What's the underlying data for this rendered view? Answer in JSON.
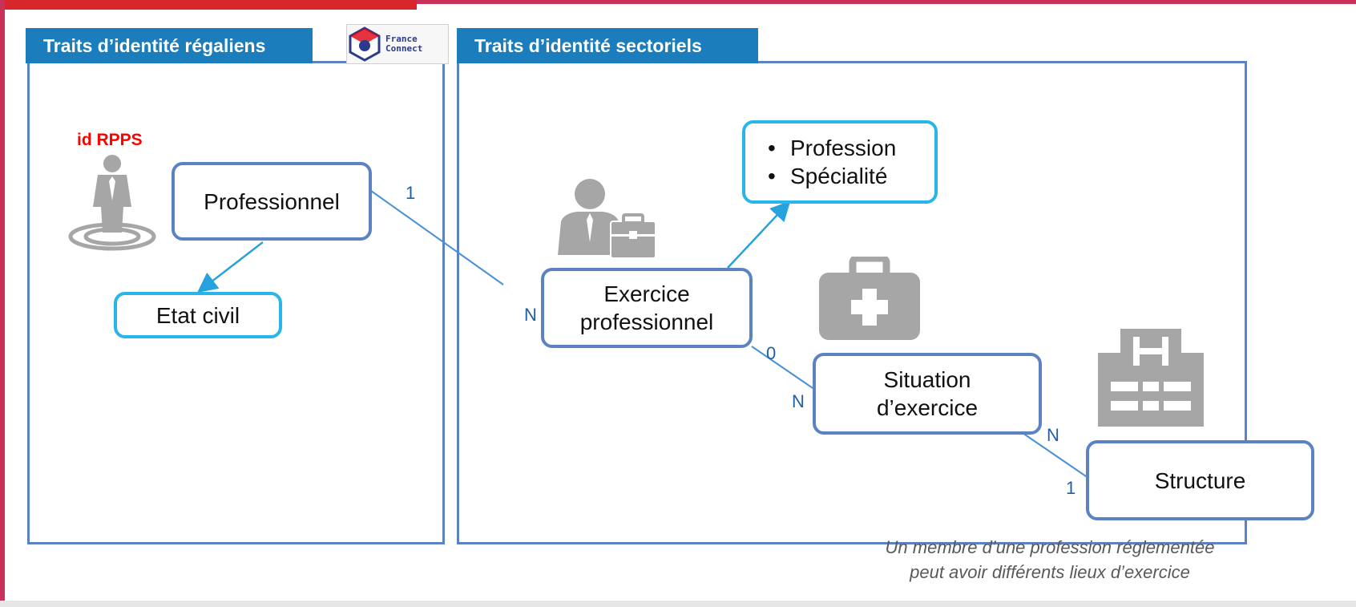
{
  "panels": {
    "left_header": "Traits d’identité régaliens",
    "right_header": "Traits d’identité sectoriels"
  },
  "logo": {
    "line1": "France",
    "line2": "Connect"
  },
  "id_label": "id RPPS",
  "nodes": {
    "professionnel": "Professionnel",
    "etat_civil": "Etat civil",
    "profession_list": [
      "Profession",
      "Spécialité"
    ],
    "exercice_line1": "Exercice",
    "exercice_line2": "professionnel",
    "situation_line1": "Situation",
    "situation_line2": "d’exercice",
    "structure": "Structure"
  },
  "cardinalities": {
    "prof_to_exercice_source": "1",
    "prof_to_exercice_target": "N",
    "exercice_to_situation_source": "0",
    "exercice_to_situation_target": "N",
    "situation_to_structure_source": "N",
    "situation_to_structure_target": "1"
  },
  "note": {
    "line1": "Un membre d’une profession réglementée",
    "line2": "peut avoir différents lieux d’exercice"
  },
  "icons": {
    "person": "person-target-icon",
    "businessman": "businessman-briefcase-icon",
    "medical": "medical-kit-icon",
    "hospital": "hospital-building-icon",
    "logo": "france-connect-logo"
  },
  "colors": {
    "header_bg": "#1c7dbd",
    "panel_border": "#5b83c4",
    "attribute_border": "#27b5ea",
    "id_label": "#ff0000",
    "icon_gray": "#a6a6a6",
    "frame_red": "#d8262b"
  }
}
